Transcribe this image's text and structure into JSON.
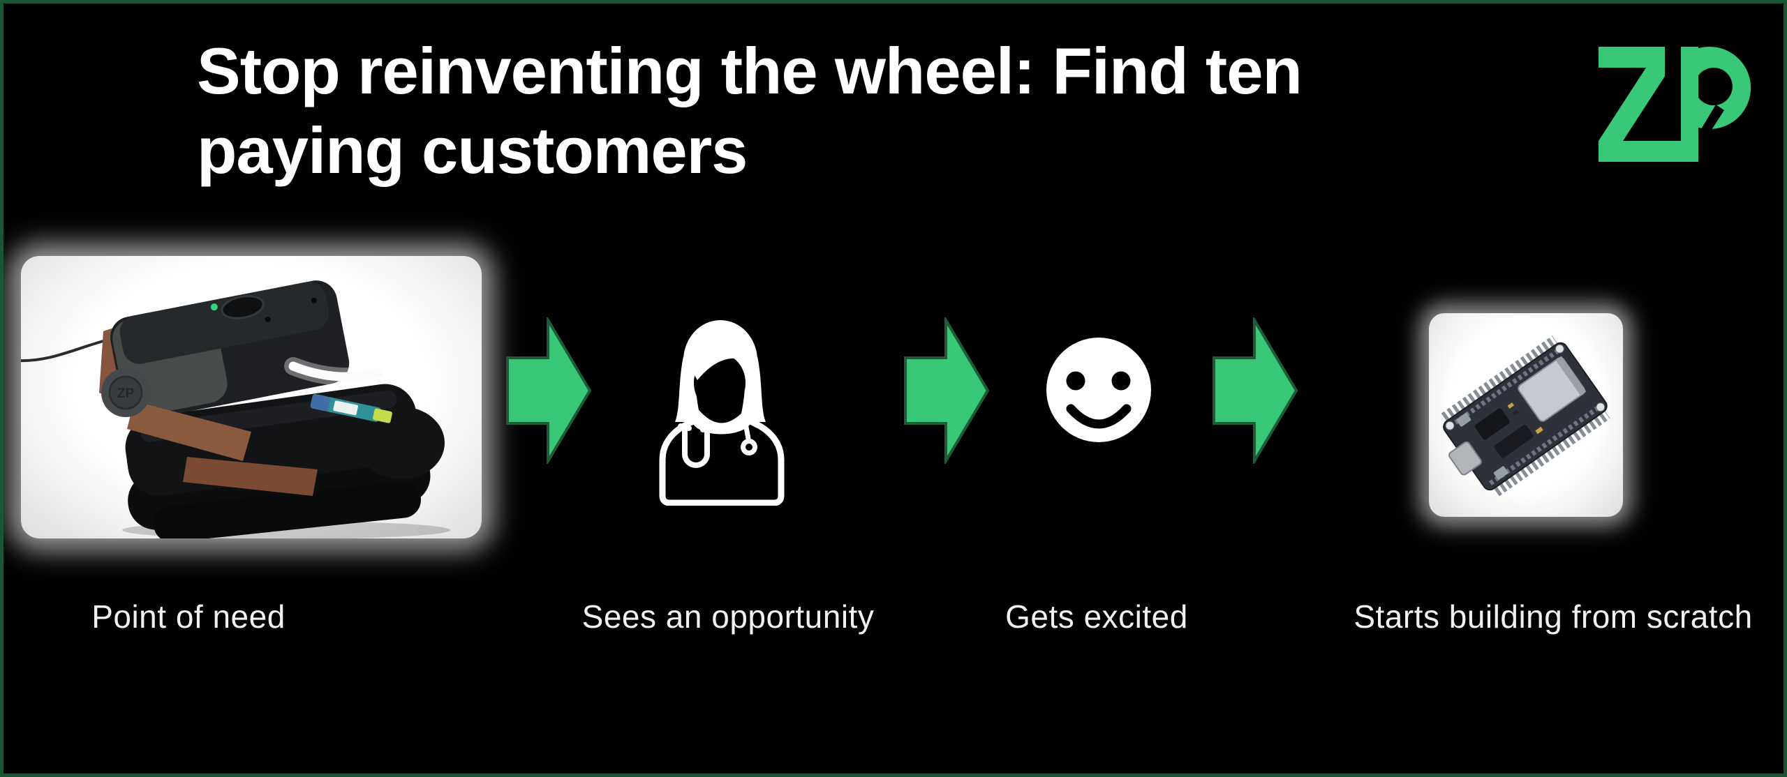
{
  "slide": {
    "title": "Stop reinventing the wheel: Find ten paying customers",
    "title_lines": [
      "Stop reinventing the wheel: Find ten",
      "paying customers"
    ],
    "logo_text": "ZP",
    "device_badge": "ZP"
  },
  "flow": {
    "steps": [
      {
        "label": "Point of need",
        "icon": "product-device-photo"
      },
      {
        "label": "Sees an opportunity",
        "icon": "female-doctor-icon"
      },
      {
        "label": "Gets excited",
        "icon": "smiley-face-icon"
      },
      {
        "label": "Starts building from scratch",
        "icon": "circuit-board-photo"
      }
    ]
  },
  "colors": {
    "background": "#000000",
    "border_green": "#1a5632",
    "accent_green": "#38c877",
    "arrow_outline": "#1d5c36",
    "title_text": "#ffffff",
    "label_text": "#f0f0f0"
  }
}
